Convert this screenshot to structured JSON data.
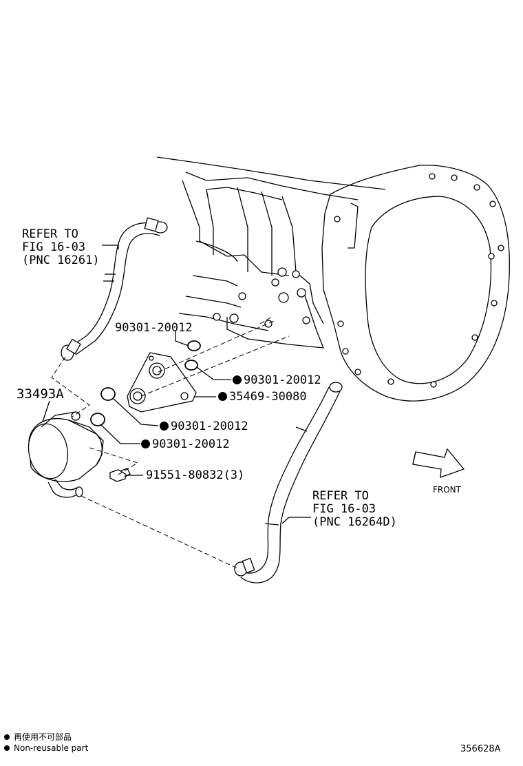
{
  "callouts": {
    "refer_upper": [
      "REFER TO",
      "FIG 16-03",
      "(PNC 16261)"
    ],
    "refer_lower": [
      "REFER TO",
      "FIG 16-03",
      "(PNC 16264D)"
    ],
    "oring_top": "90301-20012",
    "oring_right": "90301-20012",
    "adapter": "35469-30080",
    "oring_mid": "90301-20012",
    "oring_low": "90301-20012",
    "bolt": "91551-80832(3)",
    "cooler": "33493A"
  },
  "front_label": "FRONT",
  "legend": {
    "jp": "再使用不可部品",
    "en": "Non-reusable part"
  },
  "figure_id": "356628A",
  "icons": {
    "non_reusable_marker": "filled-circle",
    "front_arrow": "hollow-arrow-right"
  }
}
